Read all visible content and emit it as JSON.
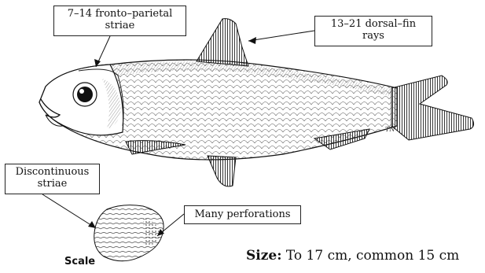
{
  "labels": {
    "fronto_parietal_line1": "7–14 fronto–parietal",
    "fronto_parietal_line2": "striae",
    "dorsal_fin_line1": "13–21 dorsal–fin",
    "dorsal_fin_line2": "rays",
    "discontinuous_line1": "Discontinuous",
    "discontinuous_line2": "striae",
    "perforations": "Many perforations"
  },
  "captions": {
    "scale": "Scale",
    "size_prefix": "Size:",
    "size_text": " To 17 cm, common 15 cm"
  },
  "artist_mark": "TN"
}
